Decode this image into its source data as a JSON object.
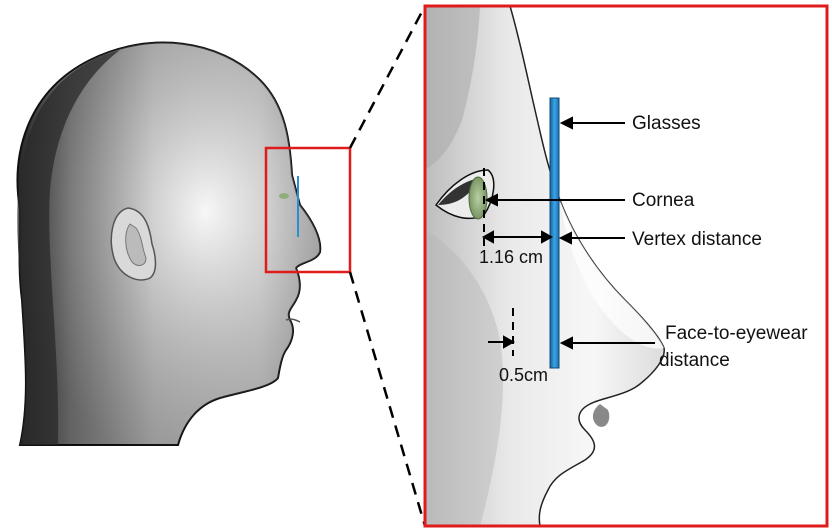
{
  "labels": {
    "glasses": "Glasses",
    "cornea": "Cornea",
    "vertex_distance": "Vertex distance",
    "face_to_eyewear_line1": "Face-to-eyewear",
    "face_to_eyewear_line2": "distance",
    "vertex_measure": "1.16 cm",
    "face_measure": "0.5cm"
  },
  "colors": {
    "highlight_box": "#e01b1b",
    "glasses": "#2a8fd0",
    "glasses_dark": "#1a5f9a",
    "cornea": "#8fae7a",
    "annotation": "#000000"
  }
}
